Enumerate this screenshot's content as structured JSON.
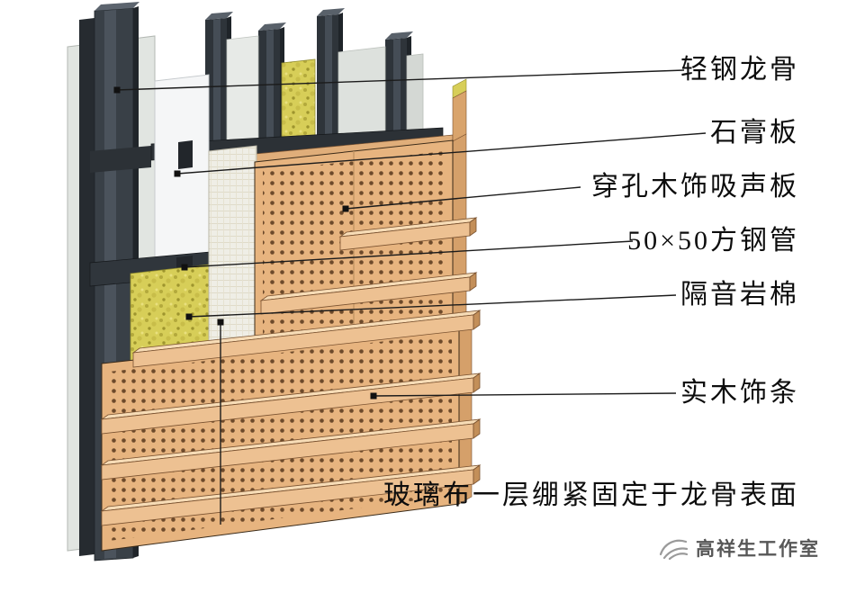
{
  "annotations": {
    "items": [
      {
        "id": "light-steel-keel",
        "text": "轻钢龙骨"
      },
      {
        "id": "gypsum-board",
        "text": "石膏板"
      },
      {
        "id": "perforated-wood-panel",
        "text": "穿孔木饰吸声板"
      },
      {
        "id": "square-steel-tube-50x50",
        "text": "50×50方钢管"
      },
      {
        "id": "sound-insulation-wool",
        "text": "隔音岩棉"
      },
      {
        "id": "solid-wood-trim",
        "text": "实木饰条"
      },
      {
        "id": "glass-cloth-note",
        "text": "玻璃布一层绷紧固定于龙骨表面"
      }
    ]
  },
  "watermark": {
    "studio": "高祥生工作室"
  },
  "colors": {
    "steel_dark": "#2e343a",
    "steel_mid": "#394047",
    "wood_panel": "#e7b47f",
    "wood_strip": "#edc192",
    "perforation_dot": "#6d4a2b",
    "rock_wool": "#d7ce58",
    "gypsum": "#f5f6f7",
    "glass_cloth": "#efeee6",
    "leader_line": "#1b1b1b"
  }
}
